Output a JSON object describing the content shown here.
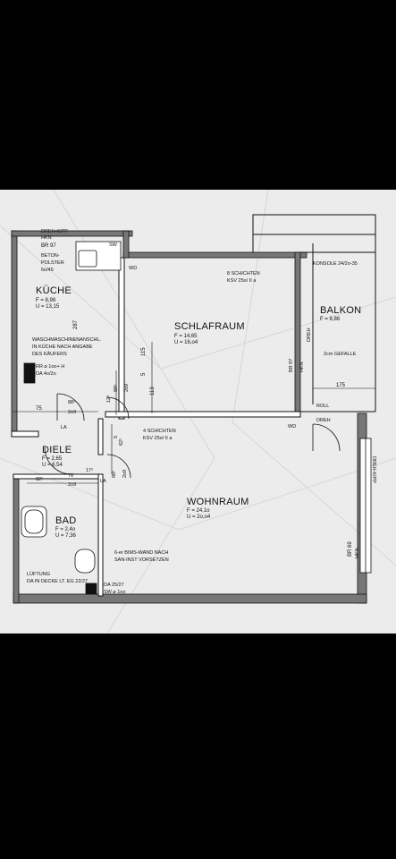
{
  "rooms": {
    "kueche": {
      "name": "KÜCHE",
      "area": "F = 8,98",
      "perimeter": "U = 13,15"
    },
    "schlafraum": {
      "name": "SCHLAFRAUM",
      "area": "F = 14,65",
      "perimeter": "U = 16,o4"
    },
    "balkon": {
      "name": "BALKON",
      "area": "F = 8,86"
    },
    "diele": {
      "name": "DIELE",
      "area": "F = 2,65",
      "perimeter": "U = 6,54"
    },
    "wohnraum": {
      "name": "WOHNRAUM",
      "area": "F = 24,1o",
      "perimeter": "U = 2o,o4"
    },
    "bad": {
      "name": "BAD",
      "area": "F = 2,4o",
      "perimeter": "U = 7,36"
    }
  },
  "notes": {
    "dreh_kipp_top": "DREH-KIPP",
    "hkn_top": "HKN",
    "br97_top": "BR 97",
    "beton1": "BETON-",
    "beton2": "POLSTER",
    "beton3": "6o/45",
    "sw": "SW",
    "wd1": "WD",
    "schichten1_a": "8 SCHICHTEN",
    "schichten1_b": "KSV 25o/ II a",
    "konsole": "KONSOLE 24/2o-35",
    "wasch1": "WASCHMASCHINENANSCHL.",
    "wasch2": "IN KÜCHE NACH ANGABE",
    "wasch3": "DES KÄUFERS",
    "rr": "RR ⌀ 1oo+ H",
    "da1": "DA 4o/2o",
    "gefalle": "2cm GEFALLE",
    "br97_right": "BR 97",
    "hkn_right": "HKN",
    "dreh_right": "DREH",
    "roll": "ROLL",
    "dreh_bottom": "DREH",
    "wd2": "WD",
    "schichten2_a": "4 SCHICHTEN",
    "schichten2_b": "KSV 25o/ II a",
    "la1": "LA",
    "la2": "LA",
    "dreh_kipp_right": "DREH-KIPP",
    "hkn_right2": "HKN",
    "br69": "BR 69",
    "bims1": "6-er BIMS-WAND NACH",
    "bims2": "SAN-INST VORSETZEN",
    "lueftung1": "LÜFTUNG",
    "lueftung2": "DA IN DECKE LT. EG 22/27",
    "da2": "DA 25/27",
    "sw2": "SW ⌀ 1oo"
  },
  "dimensions": {
    "d287": "287",
    "d115": "115",
    "d5": "5",
    "d113": "113",
    "d885": "88⁵",
    "d209a": "2o9",
    "d125": "12⁵",
    "d75": "75",
    "d885b": "88⁵",
    "d209b": "2o9",
    "d175": "175",
    "d5b": "5",
    "d625": "62⁵",
    "d885c": "88⁵",
    "d209c": "2o9",
    "d825": "82⁵",
    "d76": "76",
    "d209d": "2o9",
    "d175b": "17⁵"
  },
  "colors": {
    "background": "#000000",
    "paper": "#ececec",
    "ink": "#111111"
  }
}
